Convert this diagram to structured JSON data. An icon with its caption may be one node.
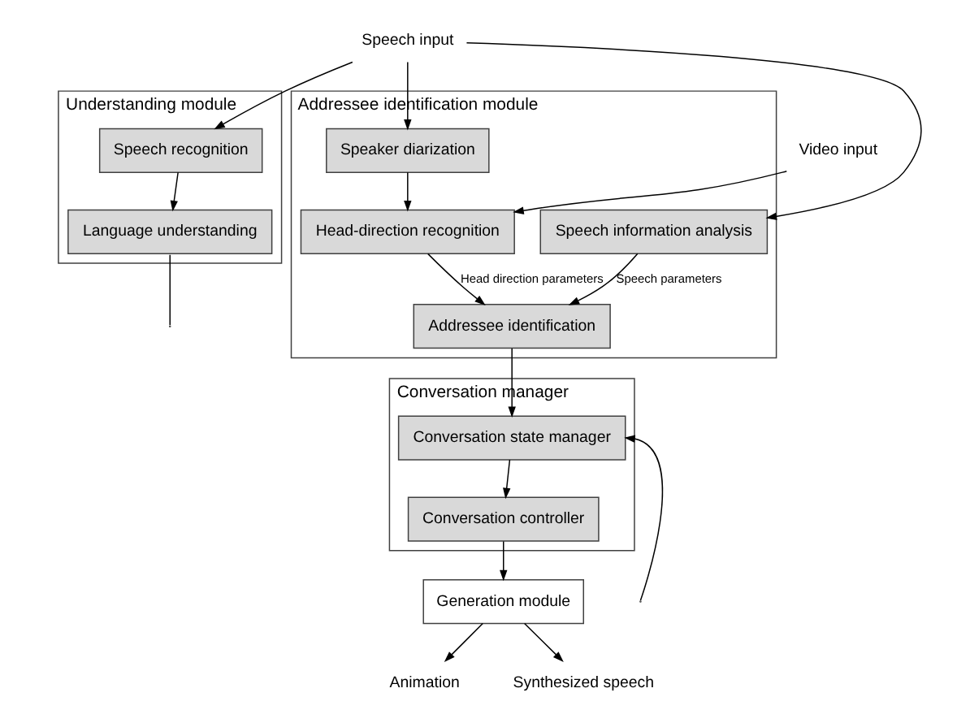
{
  "diagram": {
    "nodes": [
      {
        "text": [
          "Understanding module"
        ]
      },
      {
        "text": [
          "Speech recognition"
        ],
        "in": 0
      },
      {
        "text": [
          "Language understanding"
        ],
        "in": 0
      },
      {
        "text": [
          "Speech input"
        ]
      },
      {
        "text": [
          "Addressee identification module"
        ]
      },
      {
        "text": [
          "Speech information analysis"
        ],
        "in": 4
      },
      {
        "text": [
          "Speaker diarization"
        ],
        "in": 4
      },
      {
        "text": [
          "Addressee identification"
        ],
        "in": 4
      },
      {
        "text": [
          "Video input"
        ]
      },
      {
        "text": [
          "Head-direction recognition"
        ],
        "in": 4
      },
      {
        "text": [
          "Generation module"
        ]
      },
      {
        "text": [
          "Conversation manager"
        ]
      },
      {
        "text": [
          "Conversation state manager"
        ],
        "in": 11
      },
      {
        "text": [
          "Conversation controller"
        ],
        "in": 11
      },
      {
        "text": [
          "Animation"
        ]
      },
      {
        "text": [
          "Synthesized speech"
        ]
      }
    ],
    "edges": [
      {
        "from": 3,
        "to": 1,
        "arrow": "to"
      },
      {
        "from": 3,
        "to": 5,
        "arrow": "to"
      },
      {
        "from": 3,
        "to": 6,
        "arrow": "to"
      },
      {
        "from": 1,
        "to": 2,
        "arrow": "to"
      },
      {
        "from": 2,
        "to": null,
        "arrow": "none"
      },
      {
        "from": 5,
        "to": 7,
        "arrow": "to",
        "label": "Speech parameters"
      },
      {
        "from": 6,
        "to": 9,
        "arrow": "to"
      },
      {
        "from": 8,
        "to": 9,
        "arrow": "to"
      },
      {
        "from": 9,
        "to": 7,
        "arrow": "to",
        "label": "Head direction parameters"
      },
      {
        "from": 7,
        "to": 12,
        "arrow": "to"
      },
      {
        "from": null,
        "to": 12,
        "arrow": "to"
      },
      {
        "from": 12,
        "to": 13,
        "arrow": "to"
      },
      {
        "from": 13,
        "to": 10,
        "arrow": "to"
      },
      {
        "from": 10,
        "to": 14,
        "arrow": "to"
      },
      {
        "from": 10,
        "to": 15,
        "arrow": "to"
      }
    ]
  }
}
